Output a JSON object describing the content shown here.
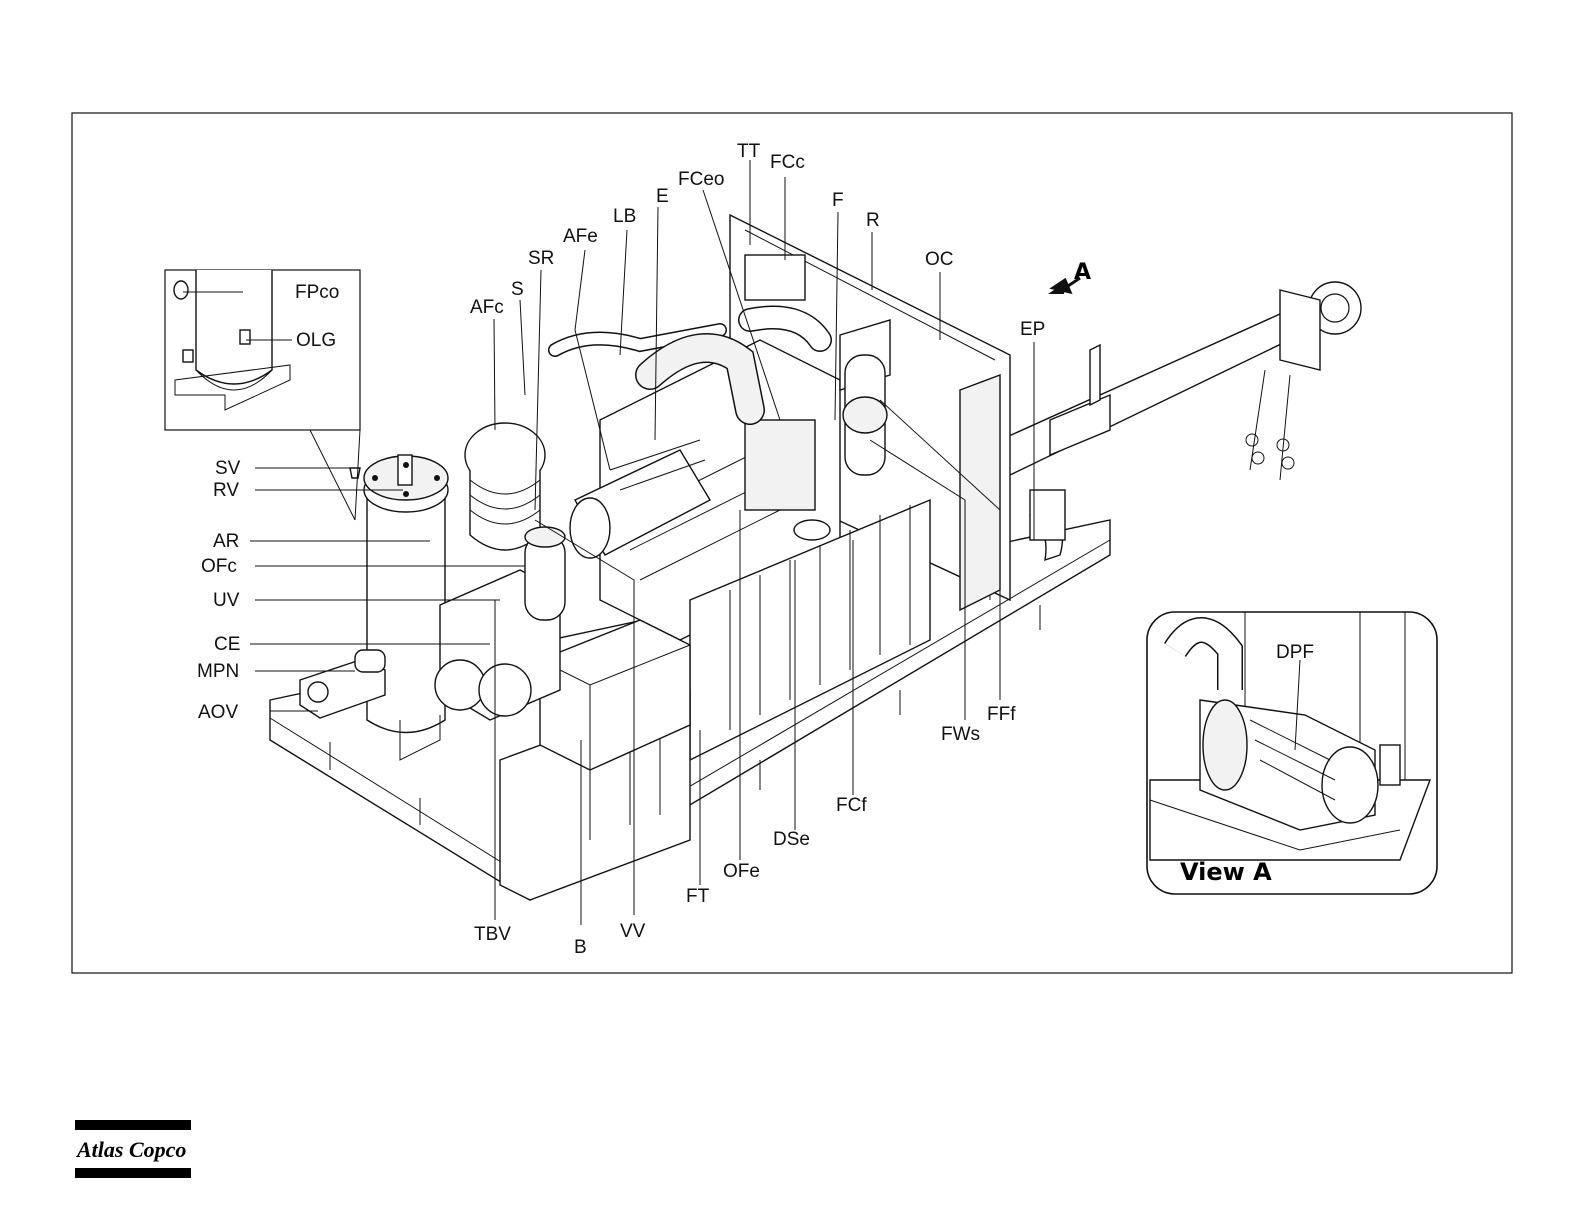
{
  "logo": {
    "text": "Atlas Copco"
  },
  "view_arrow": {
    "label": "A"
  },
  "inset_view": {
    "title": "View A",
    "part": "DPF"
  },
  "labels": {
    "TT": "TT",
    "FCc": "FCc",
    "FCeo": "FCeo",
    "E": "E",
    "F": "F",
    "R": "R",
    "LB": "LB",
    "AFe": "AFe",
    "SR": "SR",
    "OC": "OC",
    "S": "S",
    "AFc": "AFc",
    "EP": "EP",
    "FPco": "FPco",
    "OLG": "OLG",
    "SV": "SV",
    "RV": "RV",
    "AR": "AR",
    "OFc": "OFc",
    "UV": "UV",
    "CE": "CE",
    "MPN": "MPN",
    "AOV": "AOV",
    "FWs": "FWs",
    "FFf": "FFf",
    "FCf": "FCf",
    "DSe": "DSe",
    "OFe": "OFe",
    "FT": "FT",
    "VV": "VV",
    "B": "B",
    "TBV": "TBV"
  }
}
